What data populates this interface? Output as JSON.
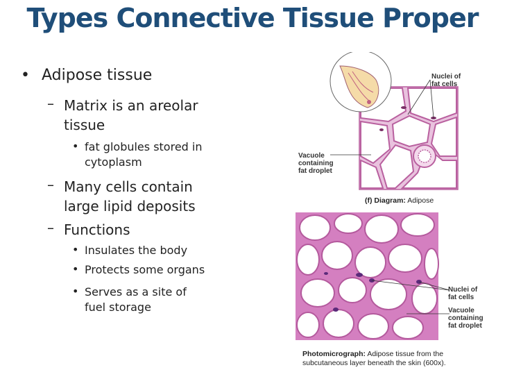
{
  "slide": {
    "title": "Types Connective Tissue Proper",
    "bullets": {
      "adipose": "Adipose tissue",
      "matrix_line1": "Matrix is an areolar",
      "matrix_line2": "tissue",
      "fat_line1": "fat globules stored in",
      "fat_line2": "cytoplasm",
      "lipid_line1": "Many cells contain",
      "lipid_line2": "large lipid deposits",
      "functions": "Functions",
      "insulates": "Insulates the body",
      "protects": "Protects some organs",
      "serves_line1": "Serves as a site of",
      "serves_line2": "fuel storage"
    },
    "bullet_marks": {
      "level1": "•",
      "level2": "–",
      "level3": "•"
    }
  },
  "diagram": {
    "nuclei_line1": "Nuclei of",
    "nuclei_line2": "fat cells",
    "vacuole_line1": "Vacuole",
    "vacuole_line2": "containing",
    "vacuole_line3": "fat droplet",
    "caption_bold": "(f) Diagram:",
    "caption_text": " Adipose"
  },
  "photo": {
    "nuclei_line1": "Nuclei of",
    "nuclei_line2": "fat cells",
    "vacuole_line1": "Vacuole",
    "vacuole_line2": "containing",
    "vacuole_line3": "fat droplet",
    "caption_bold": "Photomicrograph:",
    "caption_line1": " Adipose tissue from the",
    "caption_line2": "subcutaneous layer beneath the skin (600x)."
  },
  "colors": {
    "title": "#1f4e79",
    "membrane": "#b9609f",
    "tissue": "#d47fc0",
    "cell": "#ffffff"
  }
}
